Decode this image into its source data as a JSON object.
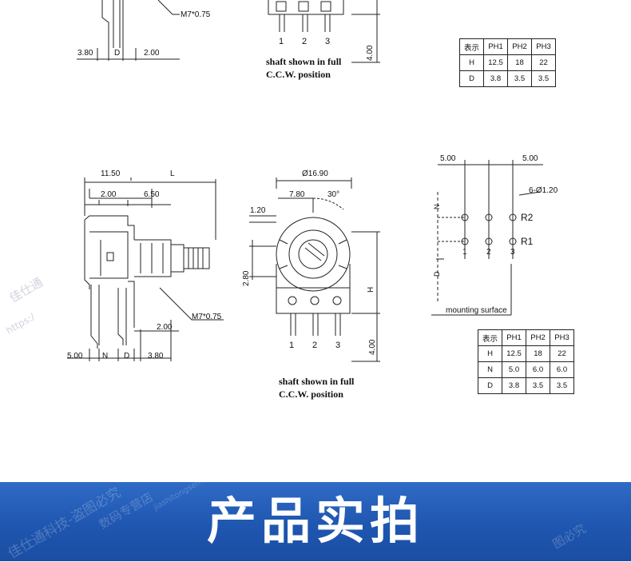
{
  "top_left": {
    "dim_3_80": "3.80",
    "dim_d": "D",
    "dim_2_00": "2.00",
    "thread": "M7*0.75"
  },
  "top_center": {
    "pin1": "1",
    "pin2": "2",
    "pin3": "3",
    "dim_4_00": "4.00",
    "note_line1": "shaft shown in full",
    "note_line2": "C.C.W. position"
  },
  "table_top": {
    "header": [
      "表示",
      "PH1",
      "PH2",
      "PH3"
    ],
    "rows": [
      [
        "H",
        "12.5",
        "18",
        "22"
      ],
      [
        "D",
        "3.8",
        "3.5",
        "3.5"
      ]
    ]
  },
  "side_view": {
    "dim_11_50": "11.50",
    "dim_l": "L",
    "dim_2_00_a": "2.00",
    "dim_6_50": "6.50",
    "thread": "M7*0.75",
    "dim_2_00_b": "2.00",
    "dim_5_00": "5.00",
    "dim_n": "N",
    "dim_d": "D",
    "dim_3_80": "3.80"
  },
  "front_view": {
    "dia_16_90": "Ø16.90",
    "dim_7_80": "7.80",
    "angle_30": "30°",
    "dim_1_20": "1.20",
    "dim_2_80": "2.80",
    "dim_h": "H",
    "pin1": "1",
    "pin2": "2",
    "pin3": "3",
    "dim_4_00": "4.00",
    "note_line1": "shaft shown in full",
    "note_line2": "C.C.W. position"
  },
  "pcb_view": {
    "dim_5_00_left": "5.00",
    "dim_5_00_right": "5.00",
    "holes": "6-Ø1.20",
    "dim_n": "N",
    "dim_d": "D",
    "r2": "R2",
    "r1": "R1",
    "pin1": "1",
    "pin2": "2",
    "pin3": "3",
    "mounting": "mounting surface"
  },
  "table_bottom": {
    "header": [
      "表示",
      "PH1",
      "PH2",
      "PH3"
    ],
    "rows": [
      [
        "H",
        "12.5",
        "18",
        "22"
      ],
      [
        "N",
        "5.0",
        "6.0",
        "6.0"
      ],
      [
        "D",
        "3.8",
        "3.5",
        "3.5"
      ]
    ]
  },
  "watermarks": {
    "wm1": "佳仕通",
    "wm2": "https:/",
    "wm3": "佳仕通科技-盗图必究",
    "wm4": "jiashitongsem.tmall.com",
    "wm5": "数码专营店",
    "wm6": "图必究"
  },
  "banner": {
    "title": "产品实拍",
    "color": "#2360b9"
  }
}
